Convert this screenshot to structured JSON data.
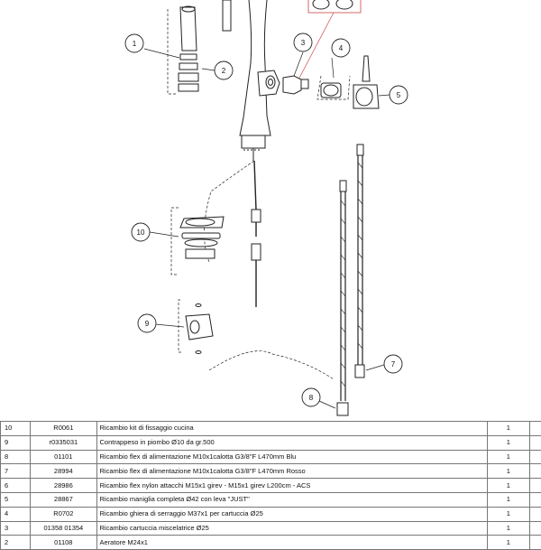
{
  "callouts": [
    "1",
    "2",
    "3",
    "4",
    "5",
    "7",
    "8",
    "9",
    "10"
  ],
  "parts": [
    {
      "pos": "10",
      "code": "R0061",
      "desc": "Ricambio kit di fissaggio cucina",
      "qty": "1"
    },
    {
      "pos": "9",
      "code": "r0335031",
      "desc": "Contrappeso in piombo Ø10 da gr.500",
      "qty": "1"
    },
    {
      "pos": "8",
      "code": "01101",
      "desc": "Ricambio flex di alimentazione M10x1calotta G3/8\"F L470mm Blu",
      "qty": "1"
    },
    {
      "pos": "7",
      "code": "28994",
      "desc": "Ricambio flex di alimentazione M10x1calotta G3/8\"F L470mm Rosso",
      "qty": "1"
    },
    {
      "pos": "6",
      "code": "28986",
      "desc": "Ricambio flex nylon attacchi M15x1 girev - M15x1 girev L200cm - ACS",
      "qty": "1"
    },
    {
      "pos": "5",
      "code": "28867",
      "desc": "Ricambio maniglia completa Ø42 con leva \"JUST\"",
      "qty": "1"
    },
    {
      "pos": "4",
      "code": "R0702",
      "desc": "Ricambio ghiera di serraggio M37x1 per cartuccia Ø25",
      "qty": "1"
    },
    {
      "pos": "3",
      "code": "01358     01354",
      "desc": "Ricambio cartuccia miscelatrice Ø25",
      "qty": "1"
    },
    {
      "pos": "2",
      "code": "01108",
      "desc": "Aeratore M24x1",
      "qty": "1"
    }
  ]
}
